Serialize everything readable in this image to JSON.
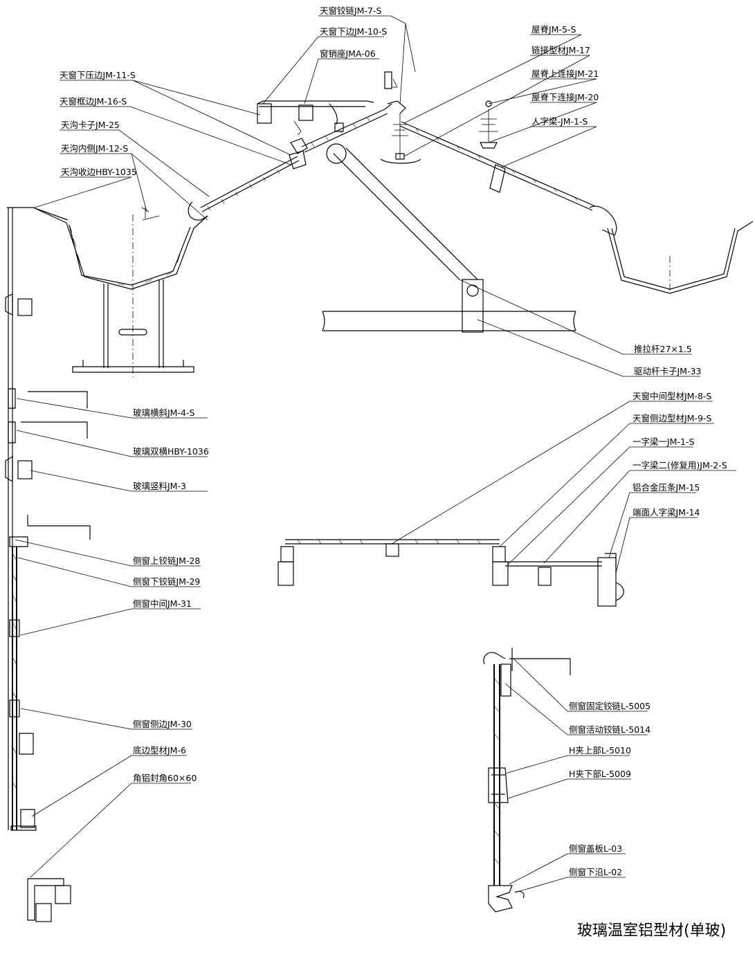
{
  "title": "玻璃温室铝型材(单玻)",
  "labels": {
    "l01": "天窗铰链JM-7-S",
    "l02": "天窗下边JM-10-S",
    "l03": "窗销座JMA-06",
    "l04": "屋脊JM-5-S",
    "l05": "链接型材JM-17",
    "l06": "屋脊上连接JM-21",
    "l07": "屋脊下连接JM-20",
    "l08": "人字梁-JM-1-S",
    "l09": "天窗下压边JM-11-S",
    "l10": "天窗框边JM-16-S",
    "l11": "天沟卡子JM-25",
    "l12": "天沟内侧JM-12-S",
    "l13": "天沟收边HBY-1035",
    "l14": "推拉杆27×1.5",
    "l15": "驱动杆卡子JM-33",
    "l16": "天窗中间型材JM-8-S",
    "l17": "天窗侧边型材JM-9-S",
    "l18": "一字梁一JM-1-S",
    "l19": "一字梁二(修复用)JM-2-S",
    "l20": "铝合金压条JM-15",
    "l21": "端面人字梁JM-14",
    "l22": "玻璃横斜JM-4-S",
    "l23": "玻璃双横HBY-1036",
    "l24": "玻璃竖料JM-3",
    "l25": "侧窗上铰链JM-28",
    "l26": "侧窗下铰链JM-29",
    "l27": "侧窗中间JM-31",
    "l28": "侧窗侧边JM-30",
    "l29": "底边型材JM-6",
    "l30": "角铝封角60×60",
    "l31": "侧窗固定铰链L-5005",
    "l32": "侧窗活动铰链L-5014",
    "l33": "H夹上部L-5010",
    "l34": "H夹下部L-5009",
    "l35": "侧窗盖板L-03",
    "l36": "侧窗下沿L-02"
  }
}
